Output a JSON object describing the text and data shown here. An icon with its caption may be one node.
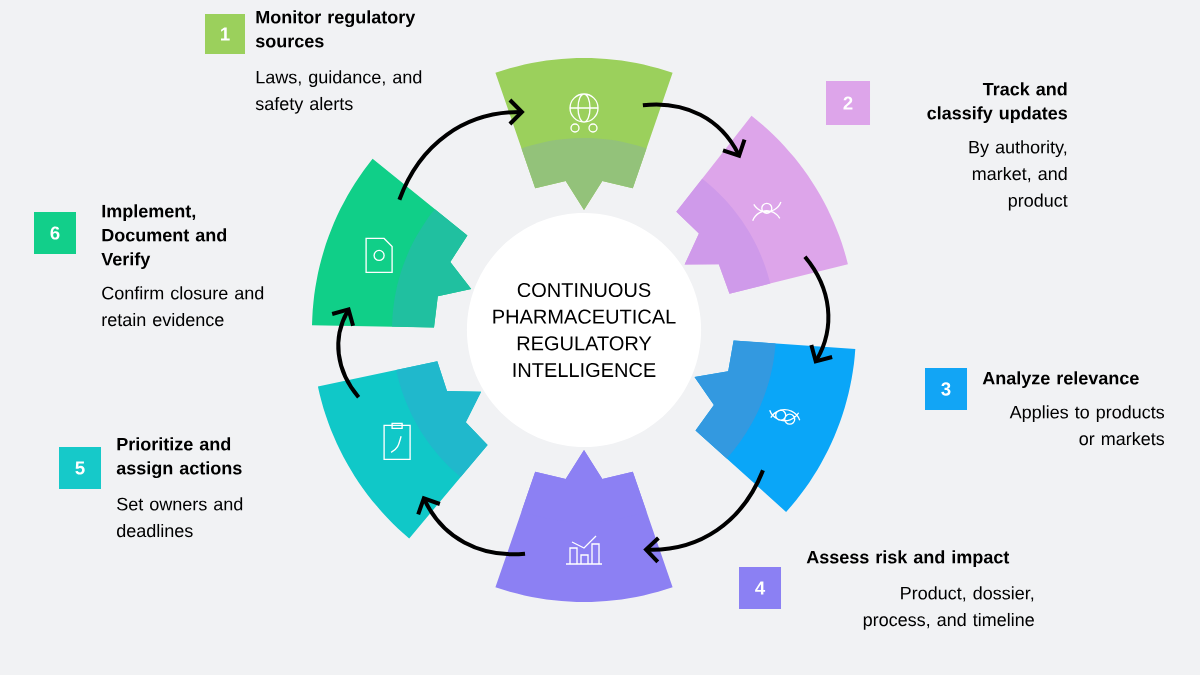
{
  "diagram": {
    "nodes": [
      {
        "text": [
          "CONTINUOUS PHARMACEUTICAL REGULATORY INTELLIGENCE"
        ]
      },
      {
        "text": [],
        "shape": "wedge"
      },
      {
        "text": [],
        "shape": "wedge"
      },
      {
        "text": [],
        "shape": "wedge"
      },
      {
        "text": [],
        "shape": "wedge"
      },
      {
        "text": [],
        "shape": "wedge"
      },
      {
        "text": [],
        "shape": "wedge"
      },
      {
        "text": [
          "1"
        ],
        "beside": [
          "Monitor regulatory sources",
          "Laws, guidance, and safety alerts"
        ]
      },
      {
        "text": [
          "2"
        ],
        "beside": [
          "Track and classify updates",
          "By authority, market, and product"
        ]
      },
      {
        "text": [
          "3"
        ],
        "beside": [
          "Analyze relevance",
          "Applies to products or markets"
        ]
      },
      {
        "text": [
          "4"
        ],
        "beside": [
          "Assess risk and impact",
          "Product, dossier, process, and timeline"
        ]
      },
      {
        "text": [
          "5"
        ],
        "beside": [
          "Prioritize and assign actions",
          "Set owners and deadlines"
        ]
      },
      {
        "text": [
          "6"
        ],
        "beside": [
          "Implement, Document and Verify",
          "Confirm closure and retain evidence"
        ]
      }
    ],
    "edges": [
      {
        "from": 1,
        "to": 2,
        "arrow": "to"
      },
      {
        "from": 2,
        "to": 3,
        "arrow": "to"
      },
      {
        "from": 3,
        "to": 4,
        "arrow": "to"
      },
      {
        "from": 4,
        "to": 5,
        "arrow": "to"
      },
      {
        "from": 5,
        "to": 6,
        "arrow": "to"
      },
      {
        "from": 6,
        "to": 1,
        "arrow": "to"
      }
    ]
  }
}
